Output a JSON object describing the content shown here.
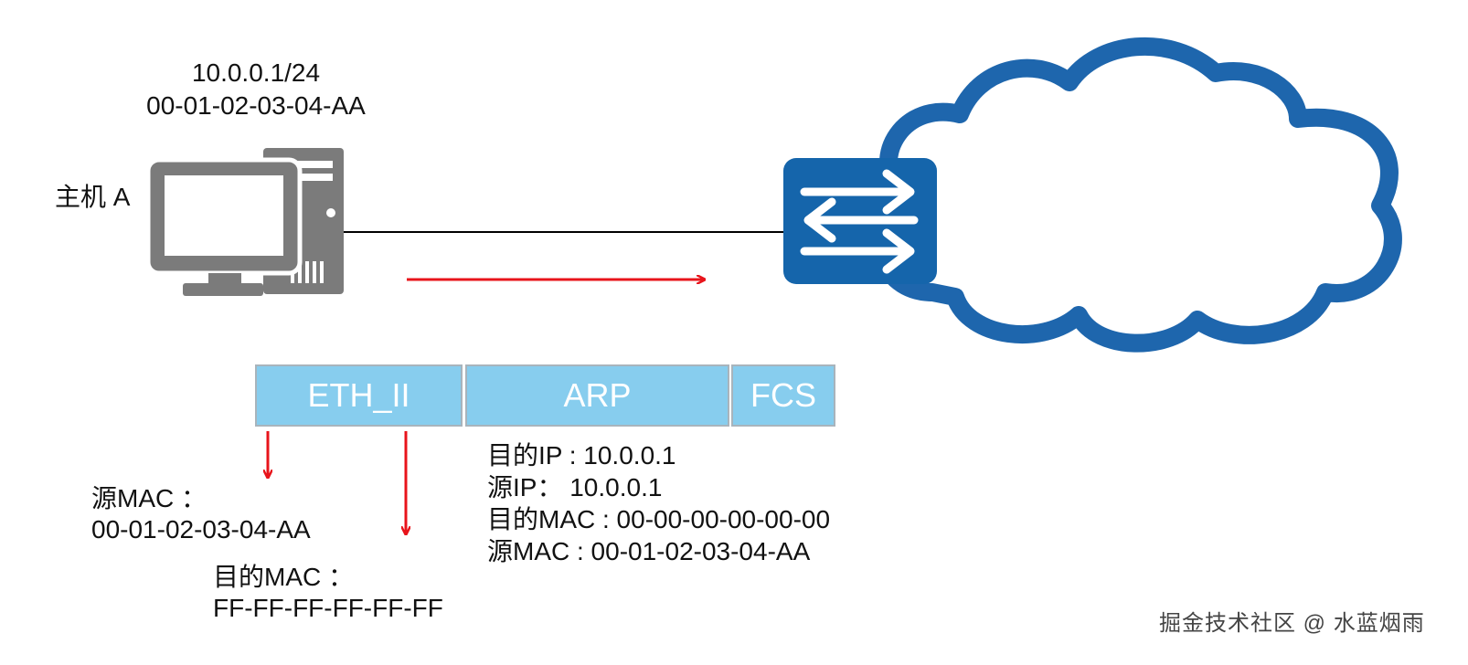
{
  "host": {
    "label": "主机 A",
    "ip": "10.0.0.1/24",
    "mac": "00-01-02-03-04-AA"
  },
  "frame": {
    "segments": [
      "ETH_II",
      "ARP",
      "FCS"
    ]
  },
  "eth_fields": {
    "src_mac_label": "源MAC ：",
    "src_mac_value": "00-01-02-03-04-AA",
    "dst_mac_label": "目的MAC ：",
    "dst_mac_value": "FF-FF-FF-FF-FF-FF"
  },
  "arp_fields": [
    "目的IP : 10.0.0.1",
    "源IP：  10.0.0.1",
    "目的MAC : 00-00-00-00-00-00",
    "源MAC : 00-01-02-03-04-AA"
  ],
  "watermark": "掘金技术社区 @ 水蓝烟雨",
  "colors": {
    "arrow": "#e8141b",
    "switch": "#1565ab",
    "cloud": "#1e66ad",
    "frame_fill": "#87cdee",
    "computer": "#7b7b7b"
  },
  "icons": [
    "computer-icon",
    "switch-icon",
    "cloud-icon"
  ]
}
